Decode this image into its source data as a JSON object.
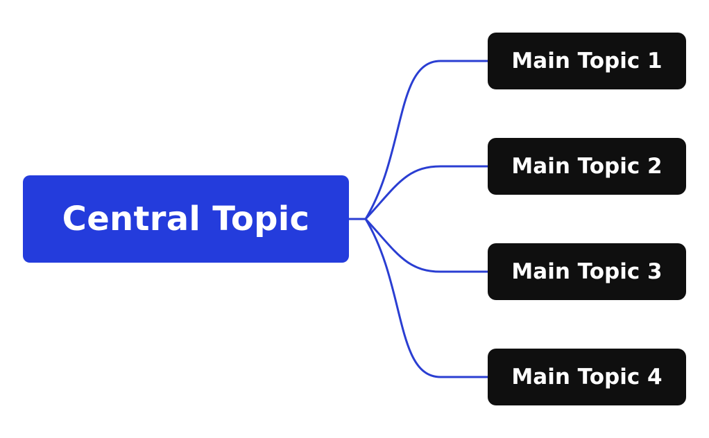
{
  "central_topic": {
    "label": "Central Topic",
    "color": "#243cdc"
  },
  "main_topics": [
    {
      "label": "Main Topic 1"
    },
    {
      "label": "Main Topic 2"
    },
    {
      "label": "Main Topic 3"
    },
    {
      "label": "Main Topic 4"
    }
  ],
  "colors": {
    "background": "#ffffff",
    "topic_fill": "#0f0f0f",
    "topic_text": "#ffffff",
    "connector": "#2a3ed2"
  }
}
